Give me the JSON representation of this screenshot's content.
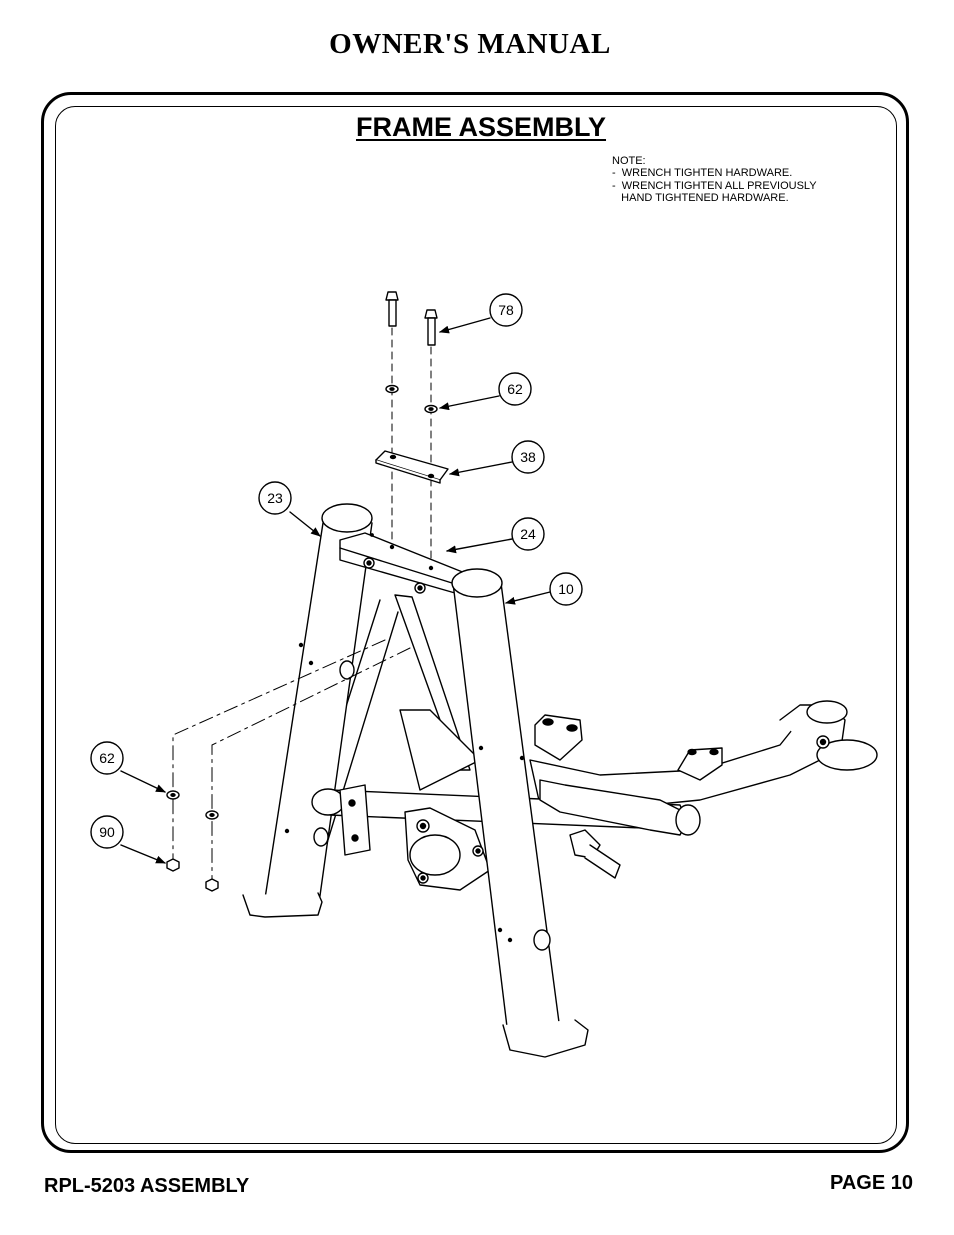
{
  "header": {
    "title": "OWNER'S MANUAL"
  },
  "section": {
    "title": "FRAME ASSEMBLY"
  },
  "note": {
    "heading": "NOTE:",
    "lines": [
      "-  WRENCH TIGHTEN HARDWARE.",
      "-  WRENCH TIGHTEN ALL PREVIOUSLY",
      "   HAND TIGHTENED HARDWARE."
    ]
  },
  "callouts": [
    {
      "id": "bolt",
      "label": "78"
    },
    {
      "id": "washer-top",
      "label": "62"
    },
    {
      "id": "plate",
      "label": "38"
    },
    {
      "id": "left-upright",
      "label": "23"
    },
    {
      "id": "cross-bracket",
      "label": "24"
    },
    {
      "id": "right-upright",
      "label": "10"
    },
    {
      "id": "washer-side",
      "label": "62"
    },
    {
      "id": "nut",
      "label": "90"
    }
  ],
  "footer": {
    "model": "RPL-5203 ASSEMBLY",
    "page": "PAGE 10"
  }
}
